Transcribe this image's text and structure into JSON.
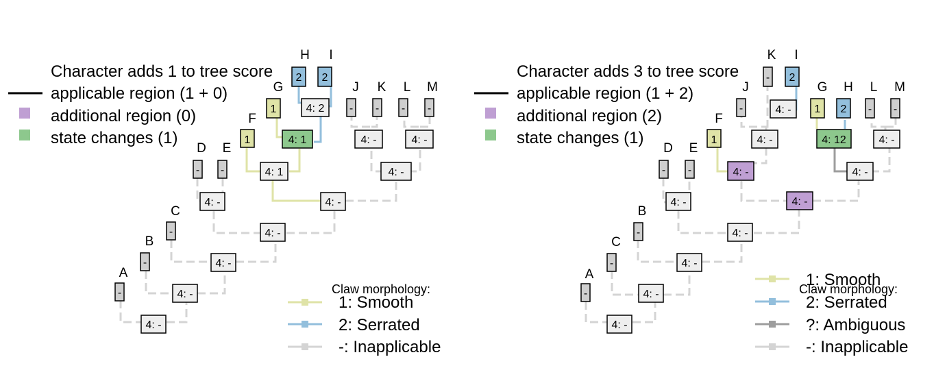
{
  "panels": [
    {
      "id": "left",
      "legend": {
        "title": "Character adds 1 to tree score",
        "applicable": "applicable region (1 + 0)",
        "additional": "additional region (0)",
        "changes": "state changes (1)"
      },
      "key_title": "Claw morphology:",
      "key": [
        {
          "label": "1: Smooth",
          "color": "#dfe3a7"
        },
        {
          "label": "2: Serrated",
          "color": "#93bfdc"
        },
        {
          "label": "-: Inapplicable",
          "color": "#d4d4d4"
        }
      ],
      "tips": [
        {
          "id": "A",
          "state": "-"
        },
        {
          "id": "B",
          "state": "-"
        },
        {
          "id": "C",
          "state": "-"
        },
        {
          "id": "D",
          "state": "-"
        },
        {
          "id": "E",
          "state": "-"
        },
        {
          "id": "F",
          "state": "1"
        },
        {
          "id": "G",
          "state": "1"
        },
        {
          "id": "H",
          "state": "2"
        },
        {
          "id": "I",
          "state": "2"
        },
        {
          "id": "J",
          "state": "-"
        },
        {
          "id": "K",
          "state": "-"
        },
        {
          "id": "L",
          "state": "-"
        },
        {
          "id": "M",
          "state": "-"
        }
      ],
      "nodes": [
        "4: -",
        "4: -",
        "4: -",
        "4: -",
        "4: -",
        "4: -",
        "4: 1",
        "4: 1",
        "4: 2",
        "4: -",
        "4: -",
        "4: -"
      ]
    },
    {
      "id": "right",
      "legend": {
        "title": "Character adds 3 to tree score",
        "applicable": "applicable region (1 + 2)",
        "additional": "additional region (2)",
        "changes": "state changes (1)"
      },
      "key_title": "Claw morphology:",
      "key": [
        {
          "label": "1: Smooth",
          "color": "#dfe3a7"
        },
        {
          "label": "2: Serrated",
          "color": "#93bfdc"
        },
        {
          "label": "?: Ambiguous",
          "color": "#9d9d9d"
        },
        {
          "label": "-: Inapplicable",
          "color": "#d4d4d4"
        }
      ],
      "tips": [
        {
          "id": "A",
          "state": "-"
        },
        {
          "id": "C",
          "state": "-"
        },
        {
          "id": "B",
          "state": "-"
        },
        {
          "id": "D",
          "state": "-"
        },
        {
          "id": "E",
          "state": "-"
        },
        {
          "id": "F",
          "state": "1"
        },
        {
          "id": "J",
          "state": "-"
        },
        {
          "id": "K",
          "state": "-"
        },
        {
          "id": "I",
          "state": "2"
        },
        {
          "id": "G",
          "state": "1"
        },
        {
          "id": "H",
          "state": "2"
        },
        {
          "id": "L",
          "state": "-"
        },
        {
          "id": "M",
          "state": "-"
        }
      ],
      "nodes": [
        "4: -",
        "4: -",
        "4: -",
        "4: -",
        "4: -",
        "4: -",
        "4: -",
        "4: -",
        "4: -",
        "4: -",
        "4: 12",
        "4: -"
      ]
    }
  ],
  "colors": {
    "smooth": "#dfe3a7",
    "serrated": "#93bfdc",
    "ambiguous": "#9d9d9d",
    "inapplicable": "#d4d4d4",
    "additional_region": "#bf9fd3",
    "state_change": "#8dc88d",
    "box_default": "#eeeeee",
    "tip_grey": "#cfcfcf"
  }
}
